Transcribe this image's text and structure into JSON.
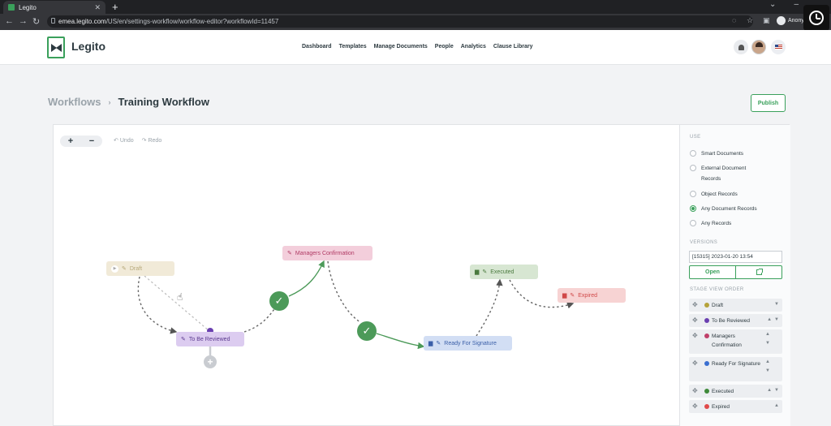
{
  "browser": {
    "tab_title": "Legito",
    "url_host": "emea.legito.com",
    "url_path": "/US/en/settings-workflow/workflow-editor?workflowId=11457",
    "profile_label": "Anony"
  },
  "header": {
    "brand": "Legito",
    "nav": [
      "Dashboard",
      "Templates",
      "Manage Documents",
      "People",
      "Analytics",
      "Clause Library"
    ]
  },
  "page": {
    "breadcrumb_parent": "Workflows",
    "breadcrumb_separator": "›",
    "title": "Training Workflow",
    "publish_label": "Publish"
  },
  "toolbar": {
    "zoom_in": "+",
    "zoom_out": "−",
    "undo_label": "Undo",
    "redo_label": "Redo"
  },
  "workflow": {
    "nodes": {
      "draft": "Draft",
      "review": "To Be Reviewed",
      "managers": "Managers Confirmation",
      "ready": "Ready For Signature",
      "executed": "Executed",
      "expired": "Expired"
    },
    "colors": {
      "draft": "#b6a87a",
      "review": "#5b3a8f",
      "managers": "#b03a64",
      "ready": "#3b5fa8",
      "executed": "#4a7a3e",
      "expired": "#d04848",
      "accent": "#3aa05b"
    }
  },
  "panel": {
    "use_label": "USE",
    "use_options": [
      "Smart Documents",
      "External Document Records",
      "Object Records",
      "Any Document Records",
      "Any Records"
    ],
    "use_selected": "Any Document Records",
    "versions_label": "VERSIONS",
    "version_value": "[15315] 2023-01-20 13:54",
    "open_label": "Open",
    "stage_order_label": "STAGE VIEW ORDER",
    "stages": [
      "Draft",
      "To Be Reviewed",
      "Managers Confirmation",
      "Ready For Signature",
      "Executed",
      "Expired"
    ]
  }
}
